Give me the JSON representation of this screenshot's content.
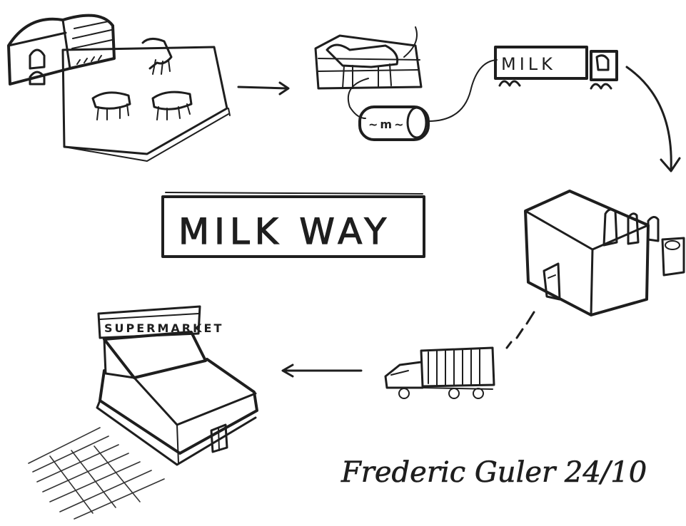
{
  "title": "MILK WAY",
  "signature": "Frederic Guler 24/10",
  "supermarket_sign": "SUPERMARKET",
  "truck_text": "MILK",
  "tank_text": "~m~"
}
